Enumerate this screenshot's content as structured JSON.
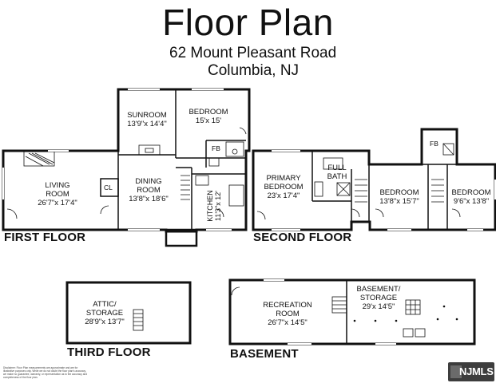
{
  "header": {
    "title": "Floor Plan",
    "address_line1": "62 Mount Pleasant Road",
    "address_line2": "Columbia, NJ"
  },
  "floors": {
    "first": {
      "label": "FIRST FLOOR",
      "rooms": {
        "living": {
          "name_line1": "LIVING",
          "name_line2": "ROOM",
          "dims": "26'7\"x 17'4\""
        },
        "sunroom": {
          "name": "SUNROOM",
          "dims": "13'9\"x 14'4\""
        },
        "bedroom": {
          "name": "BEDROOM",
          "dims": "15'x 15'"
        },
        "dining": {
          "name_line1": "DINING",
          "name_line2": "ROOM",
          "dims": "13'8\"x 18'6\""
        },
        "kitchen": {
          "name": "KITCHEN",
          "dims": "11'3\"x 12'"
        },
        "closet": "CL",
        "bath": "FB"
      }
    },
    "second": {
      "label": "SECOND FLOOR",
      "rooms": {
        "primary": {
          "name_line1": "PRIMARY",
          "name_line2": "BEDROOM",
          "dims": "23'x 17'4\""
        },
        "full_bath": {
          "name_line1": "FULL",
          "name_line2": "BATH"
        },
        "bedroom2": {
          "name": "BEDROOM",
          "dims": "13'8\"x 15'7\""
        },
        "bedroom3": {
          "name": "BEDROOM",
          "dims": "9'6\"x 13'8\""
        },
        "bath": "FB"
      }
    },
    "third": {
      "label": "THIRD FLOOR",
      "rooms": {
        "attic": {
          "name_line1": "ATTIC/",
          "name_line2": "STORAGE",
          "dims": "28'9\"x 13'7\""
        }
      }
    },
    "basement": {
      "label": "BASEMENT",
      "rooms": {
        "recreation": {
          "name_line1": "RECREATION",
          "name_line2": "ROOM",
          "dims": "26'7\"x 14'5\""
        },
        "storage": {
          "name_line1": "BASEMENT/",
          "name_line2": "STORAGE",
          "dims": "29'x 14'5\""
        }
      }
    }
  },
  "footer": {
    "disclaimer": "Disclaimer: Floor Plan measurements are approximate and are for illustrative purposes only. While we do not doubt the floor plan's accuracy, we make no guarantee, warranty, or representation as to the accuracy and completeness of the floor plan.",
    "logo_text": "NJMLS"
  }
}
